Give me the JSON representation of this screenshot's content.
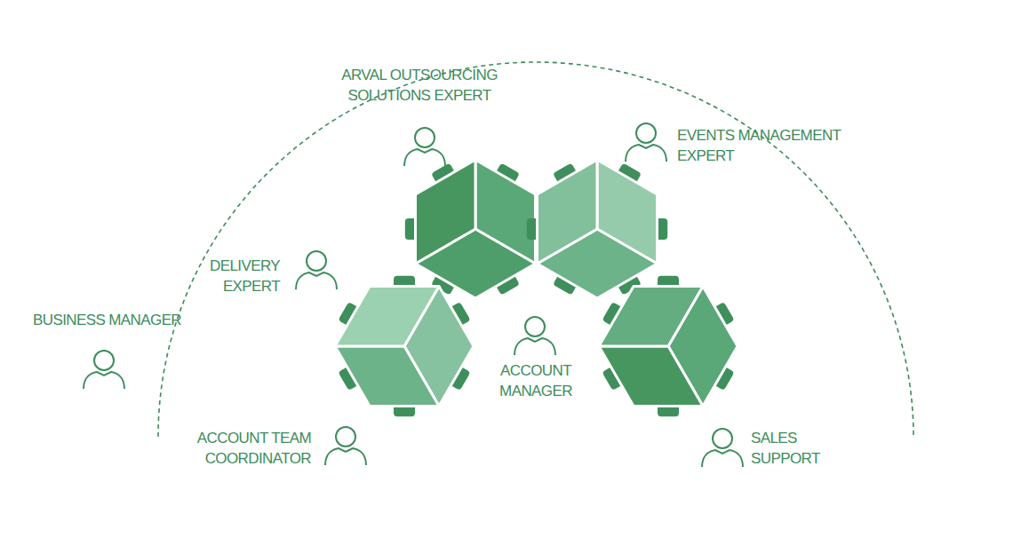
{
  "diagram": {
    "labels": [
      "ARVAL OUTSOURCING SOLUTIONS EXPERT",
      "EVENTS MANAGEMENT EXPERT",
      "DELIVERY EXPERT",
      "BUSINESS MANAGER",
      "ACCOUNT MANAGER",
      "ACCOUNT TEAM COORDINATOR",
      "SALES SUPPORT"
    ]
  }
}
